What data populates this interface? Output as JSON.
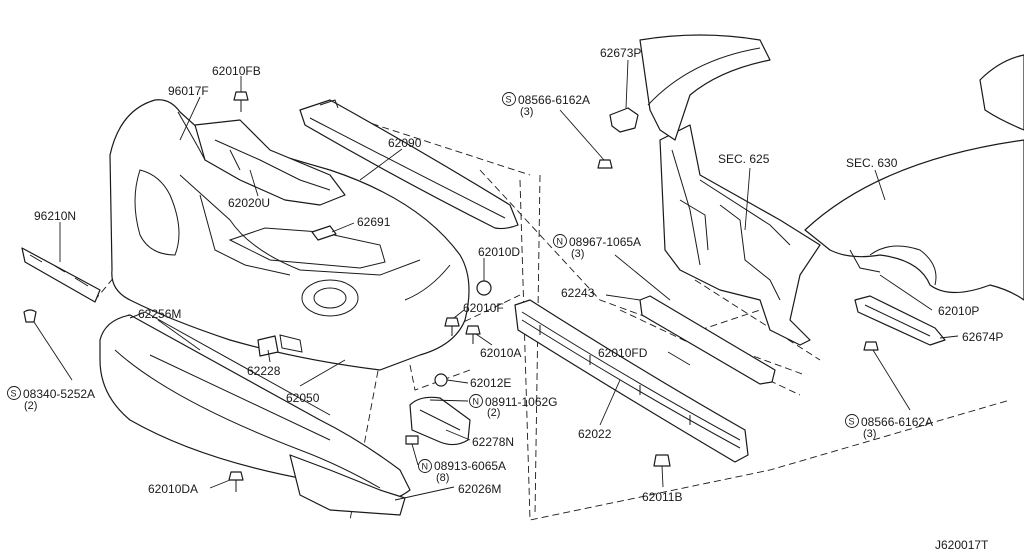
{
  "diagram_id": "J620017T",
  "labels": {
    "p96017F": "96017F",
    "p62010FB": "62010FB",
    "p62090": "62090",
    "p62020U": "62020U",
    "p62691": "62691",
    "p96210N": "96210N",
    "p62010D": "62010D",
    "p62256M": "62256M",
    "p62010F": "62010F",
    "p62010A": "62010A",
    "p62228": "62228",
    "p62050": "62050",
    "p62012E": "62012E",
    "p08911_1062G": "08911-1062G",
    "p08911_qty": "(2)",
    "p62278N": "62278N",
    "p08913_6065A": "08913-6065A",
    "p08913_qty": "(8)",
    "p62026M": "62026M",
    "p62010DA": "62010DA",
    "p08340_5252A": "08340-5252A",
    "p08340_qty": "(2)",
    "p62673P": "62673P",
    "p08566_top": "08566-6162A",
    "p08566_top_qty": "(3)",
    "sec625": "SEC. 625",
    "sec630": "SEC. 630",
    "p08967_1065A": "08967-1065A",
    "p08967_qty": "(3)",
    "p62243": "62243",
    "p62010FD": "62010FD",
    "p62022": "62022",
    "p62011B": "62011B",
    "p62010P": "62010P",
    "p62674P": "62674P",
    "p08566_bot": "08566-6162A",
    "p08566_bot_qty": "(3)"
  },
  "symbols": {
    "screw": "S",
    "nut": "N"
  }
}
